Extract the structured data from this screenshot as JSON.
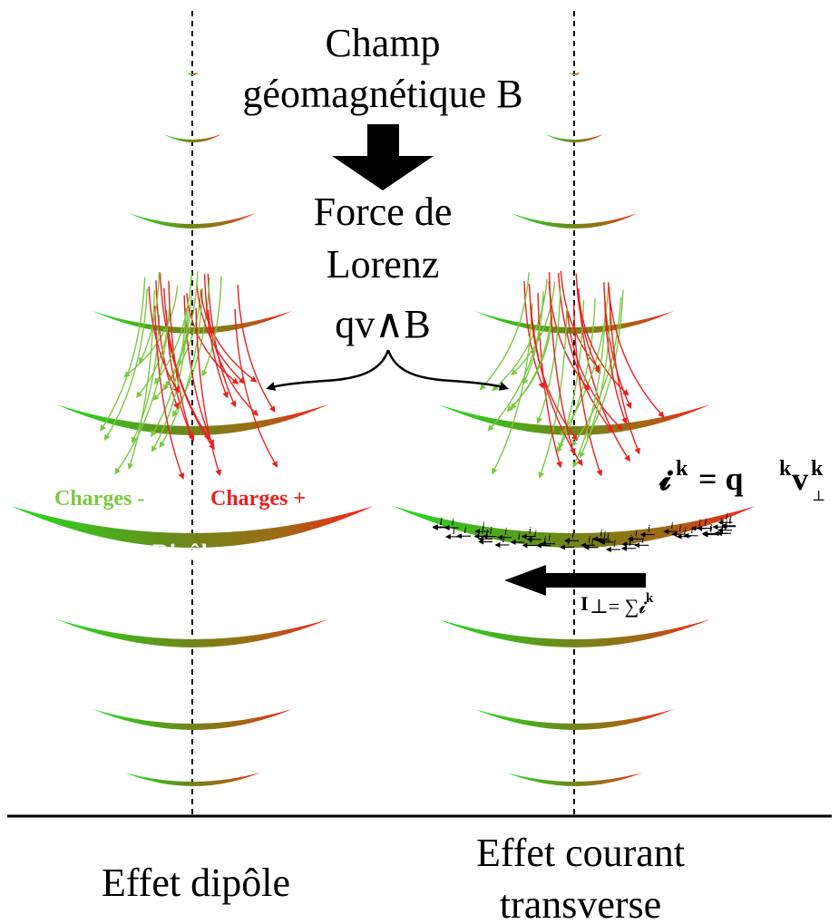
{
  "title_lines": [
    "Champ",
    "géomagnétique B"
  ],
  "force_lines": [
    "Force de",
    "Lorenz",
    "qv∧B"
  ],
  "left_panel": {
    "charges_minus": "Charges -",
    "charges_plus": "Charges +",
    "dipole_minus": "-",
    "dipole_label": "Dipôle",
    "dipole_plus": "+",
    "caption": "Effet dipôle"
  },
  "right_panel": {
    "formula_ik": "𝓲",
    "formula_k": "k",
    "formula_eq": "= q",
    "formula_k2": "k",
    "formula_v": "v",
    "formula_perp": "⊥",
    "formula_k3": "k",
    "current_label_I": "I",
    "current_label_rest": "⊥= ∑𝓲",
    "current_label_k": "k",
    "caption_lines": [
      "Effet courant",
      "transverse"
    ]
  },
  "colors": {
    "green": "#3cc43c",
    "red": "#e82020",
    "olive": "#8a7a1a",
    "charges_minus": "#7ac943",
    "charges_plus": "#e82020",
    "text": "#000000"
  }
}
